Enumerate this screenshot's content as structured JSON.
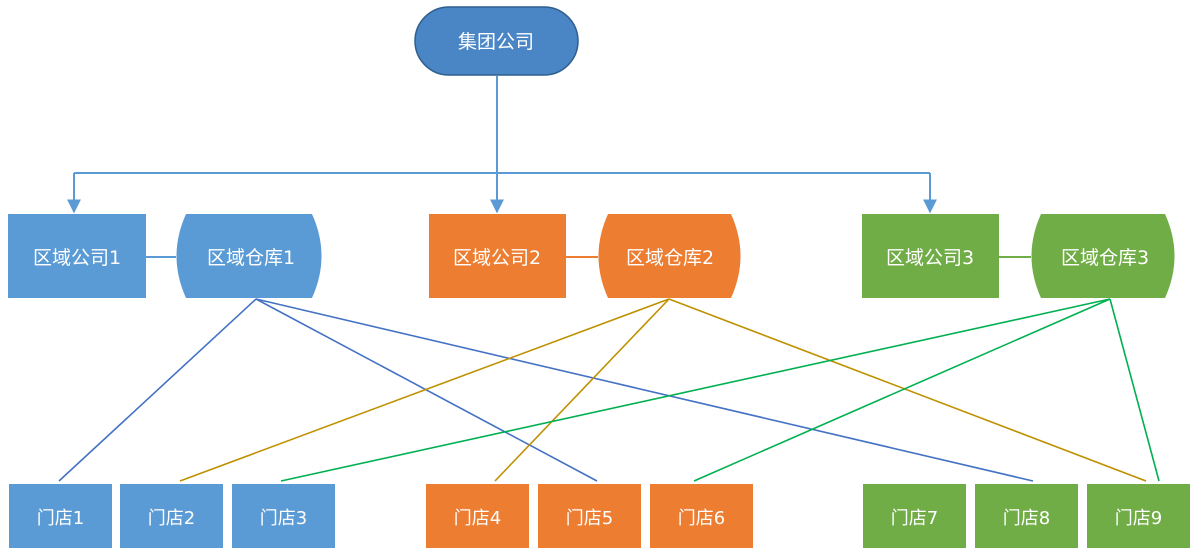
{
  "colors": {
    "blue": "#5B9BD5",
    "blue_dark": "#41719C",
    "orange": "#ED7D31",
    "green": "#70AD47",
    "edge_blue": "#4472C4",
    "edge_gold": "#BF9000",
    "edge_green": "#00B050",
    "hq_fill": "#4A86C5",
    "hq_stroke": "#2E5F8F"
  },
  "hq": {
    "label": "集团公司"
  },
  "regions": [
    {
      "company": "区域公司1",
      "warehouse": "区域仓库1",
      "color": "blue"
    },
    {
      "company": "区域公司2",
      "warehouse": "区域仓库2",
      "color": "orange"
    },
    {
      "company": "区域公司3",
      "warehouse": "区域仓库3",
      "color": "green"
    }
  ],
  "stores": [
    {
      "label": "门店1",
      "color": "blue"
    },
    {
      "label": "门店2",
      "color": "blue"
    },
    {
      "label": "门店3",
      "color": "blue"
    },
    {
      "label": "门店4",
      "color": "orange"
    },
    {
      "label": "门店5",
      "color": "orange"
    },
    {
      "label": "门店6",
      "color": "orange"
    },
    {
      "label": "门店7",
      "color": "green"
    },
    {
      "label": "门店8",
      "color": "green"
    },
    {
      "label": "门店9",
      "color": "green"
    }
  ],
  "supply_links": [
    {
      "warehouse": 0,
      "store": 0,
      "color": "edge_blue"
    },
    {
      "warehouse": 0,
      "store": 4,
      "color": "edge_blue"
    },
    {
      "warehouse": 0,
      "store": 7,
      "color": "edge_blue"
    },
    {
      "warehouse": 1,
      "store": 1,
      "color": "edge_gold"
    },
    {
      "warehouse": 1,
      "store": 3,
      "color": "edge_gold"
    },
    {
      "warehouse": 1,
      "store": 8,
      "color": "edge_gold"
    },
    {
      "warehouse": 2,
      "store": 2,
      "color": "edge_green"
    },
    {
      "warehouse": 2,
      "store": 5,
      "color": "edge_green"
    },
    {
      "warehouse": 2,
      "store": 8,
      "color": "edge_green"
    }
  ]
}
